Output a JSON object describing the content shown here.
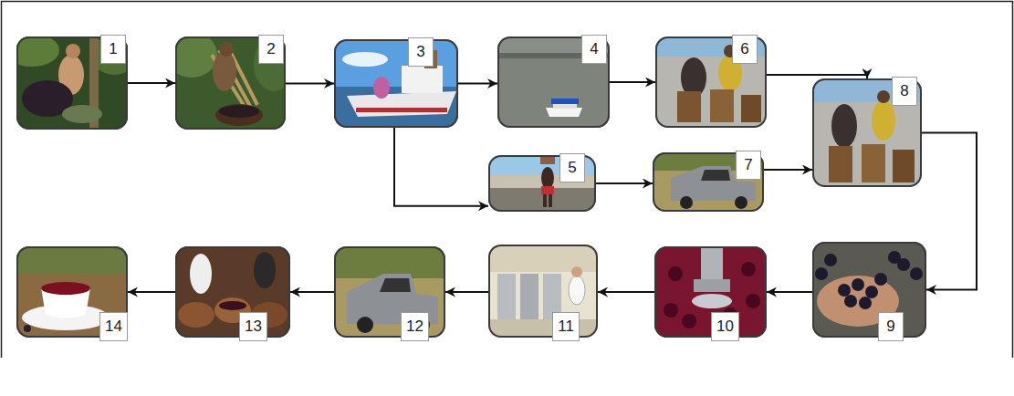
{
  "diagram": {
    "nodes": [
      {
        "text": [
          "1"
        ]
      },
      {
        "text": [
          "2"
        ]
      },
      {
        "text": [
          "3"
        ]
      },
      {
        "text": [
          "4"
        ]
      },
      {
        "text": [
          "5"
        ]
      },
      {
        "text": [
          "6"
        ]
      },
      {
        "text": [
          "7"
        ]
      },
      {
        "text": [
          "8"
        ]
      },
      {
        "text": [
          "9"
        ]
      },
      {
        "text": [
          "10"
        ]
      },
      {
        "text": [
          "11"
        ]
      },
      {
        "text": [
          "12"
        ]
      },
      {
        "text": [
          "13"
        ]
      },
      {
        "text": [
          "14"
        ]
      }
    ],
    "edges": [
      {
        "from": 0,
        "to": 1,
        "arrow": "to"
      },
      {
        "from": 1,
        "to": 2,
        "arrow": "to"
      },
      {
        "from": 2,
        "to": 3,
        "arrow": "to"
      },
      {
        "from": 2,
        "to": 4,
        "arrow": "to"
      },
      {
        "from": 3,
        "to": 5,
        "arrow": "to"
      },
      {
        "from": 4,
        "to": 6,
        "arrow": "to"
      },
      {
        "from": 5,
        "to": 7,
        "arrow": "to"
      },
      {
        "from": 6,
        "to": 7,
        "arrow": "to"
      },
      {
        "from": 7,
        "to": 8,
        "arrow": "to"
      },
      {
        "from": 8,
        "to": 9,
        "arrow": "to"
      },
      {
        "from": 9,
        "to": 10,
        "arrow": "to"
      },
      {
        "from": 10,
        "to": 11,
        "arrow": "to"
      },
      {
        "from": 11,
        "to": 12,
        "arrow": "to"
      },
      {
        "from": 12,
        "to": 13,
        "arrow": "to"
      }
    ]
  }
}
